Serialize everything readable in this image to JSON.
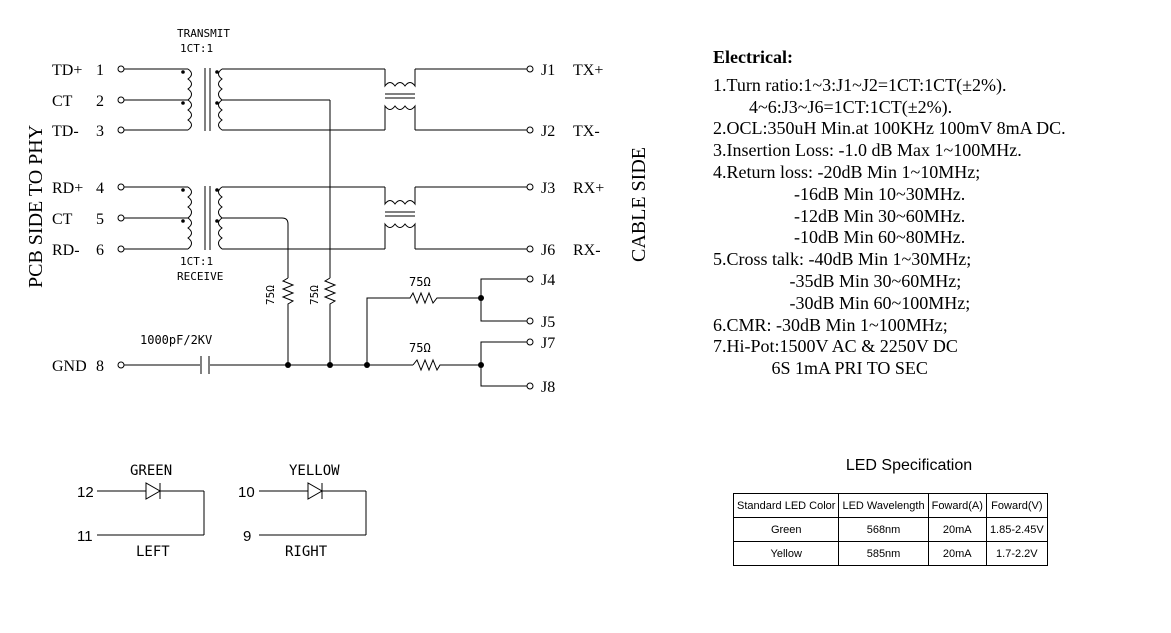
{
  "schematic": {
    "side_left": "PCB SIDE TO PHY",
    "side_right": "CABLE SIDE",
    "transmit_label": "TRANSMIT",
    "transmit_ratio": "1CT:1",
    "receive_ratio": "1CT:1",
    "receive_label": "RECEIVE",
    "cap_label": "1000pF/2KV",
    "resistors": [
      "75Ω",
      "75Ω",
      "75Ω",
      "75Ω"
    ],
    "pins_left": [
      {
        "name": "TD+",
        "num": "1"
      },
      {
        "name": "CT",
        "num": "2"
      },
      {
        "name": "TD-",
        "num": "3"
      },
      {
        "name": "RD+",
        "num": "4"
      },
      {
        "name": "CT",
        "num": "5"
      },
      {
        "name": "RD-",
        "num": "6"
      },
      {
        "name": "GND",
        "num": "8"
      }
    ],
    "pins_right": [
      {
        "name": "J1",
        "signal": "TX+"
      },
      {
        "name": "J2",
        "signal": "TX-"
      },
      {
        "name": "J3",
        "signal": "RX+"
      },
      {
        "name": "J6",
        "signal": "RX-"
      },
      {
        "name": "J4",
        "signal": ""
      },
      {
        "name": "J5",
        "signal": ""
      },
      {
        "name": "J7",
        "signal": ""
      },
      {
        "name": "J8",
        "signal": ""
      }
    ]
  },
  "leds": [
    {
      "color_label": "GREEN",
      "pin_a": "12",
      "pin_b": "11",
      "side": "LEFT"
    },
    {
      "color_label": "YELLOW",
      "pin_a": "10",
      "pin_b": "9",
      "side": "RIGHT"
    }
  ],
  "electrical": {
    "title": "Electrical:",
    "lines": [
      "1.Turn ratio:1~3:J1~J2=1CT:1CT(±2%).",
      "        4~6:J3~J6=1CT:1CT(±2%).",
      "2.OCL:350uH Min.at 100KHz 100mV 8mA DC.",
      "3.Insertion Loss: -1.0 dB Max 1~100MHz.",
      "4.Return loss: -20dB Min 1~10MHz;",
      "                  -16dB Min 10~30MHz.",
      "                  -12dB Min 30~60MHz.",
      "                  -10dB Min 60~80MHz.",
      "5.Cross talk: -40dB Min 1~30MHz;",
      "                 -35dB Min 30~60MHz;",
      "                 -30dB Min 60~100MHz;",
      "6.CMR: -30dB Min 1~100MHz;",
      "7.Hi-Pot:1500V AC & 2250V DC",
      "             6S 1mA PRI TO SEC"
    ]
  },
  "led_spec": {
    "title": "LED Specification",
    "headers": [
      "Standard LED Color",
      "LED Wavelength",
      "Foward(A)",
      "Foward(V)"
    ],
    "rows": [
      [
        "Green",
        "568nm",
        "20mA",
        "1.85-2.45V"
      ],
      [
        "Yellow",
        "585nm",
        "20mA",
        "1.7-2.2V"
      ]
    ]
  }
}
